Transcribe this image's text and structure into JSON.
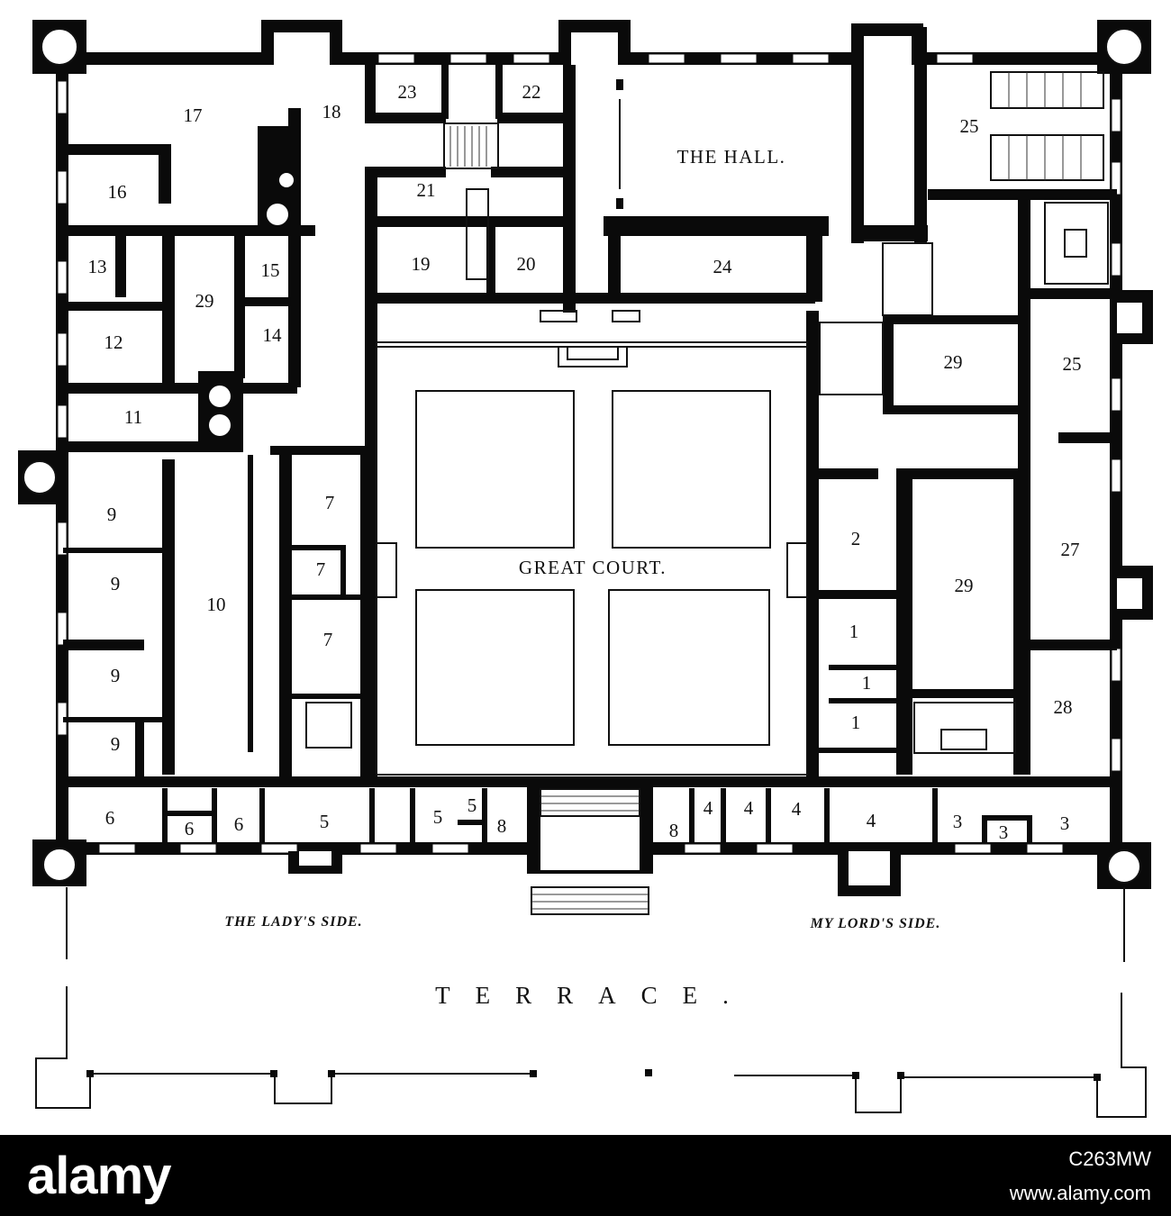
{
  "plan": {
    "hall": "THE HALL.",
    "court": "GREAT COURT.",
    "lady_side": "THE LADY'S SIDE.",
    "lord_side": "MY LORD'S SIDE.",
    "terrace": "TERRACE.",
    "rooms": [
      "17",
      "18",
      "23",
      "22",
      "25",
      "16",
      "21",
      "13",
      "29",
      "15",
      "19",
      "20",
      "24",
      "12",
      "14",
      "29",
      "25",
      "11",
      "9",
      "7",
      "2",
      "9",
      "7",
      "27",
      "10",
      "29",
      "1",
      "7",
      "9",
      "1",
      "28",
      "9",
      "1",
      "6",
      "6",
      "6",
      "5",
      "5",
      "5",
      "8",
      "8",
      "4",
      "4",
      "4",
      "4",
      "3",
      "3",
      "3"
    ]
  },
  "watermark": {
    "brand": "alamy",
    "image_id": "C263MW",
    "url": "www.alamy.com"
  },
  "colors": {
    "ink": "#0a0a0a",
    "paper": "#ffffff",
    "bar": "#000000"
  }
}
